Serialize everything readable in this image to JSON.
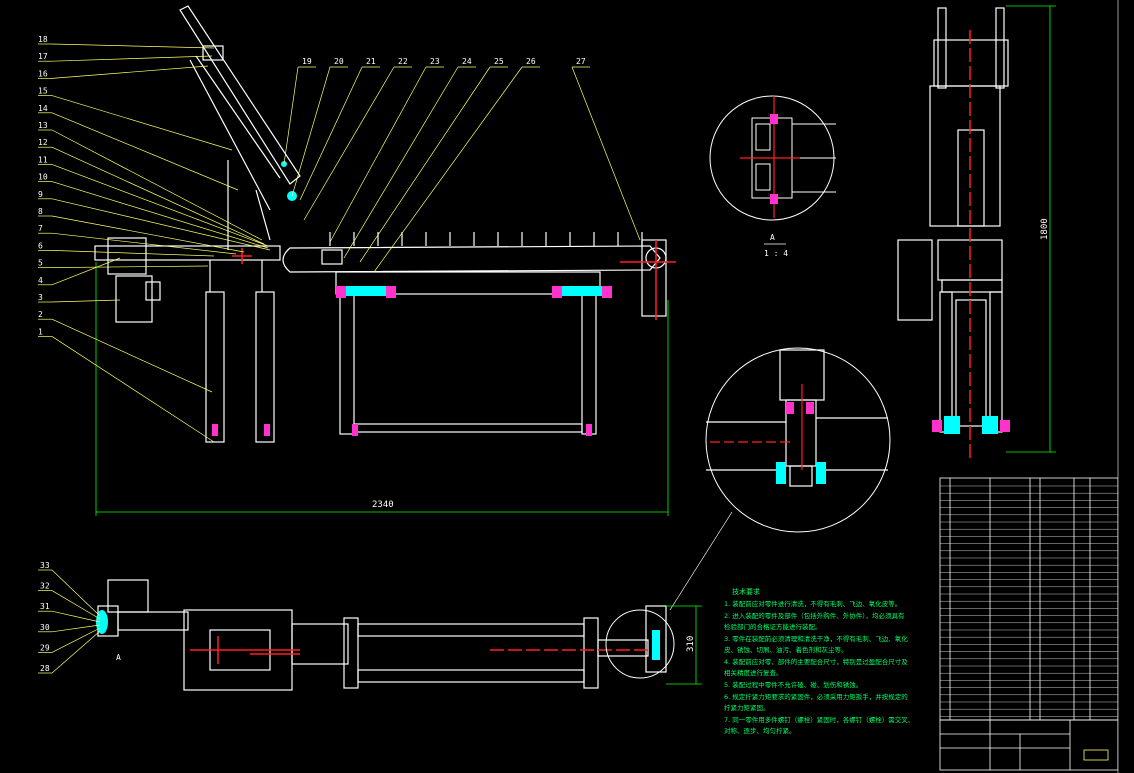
{
  "colors": {
    "background": "#000000",
    "outline": "#ffffff",
    "leader": "#ffff66",
    "dimension": "#00ff00",
    "centerline": "#ff2020",
    "fastener": "#ff33cc",
    "hidden": "#00ffff"
  },
  "callouts_left": [
    "18",
    "17",
    "16",
    "15",
    "14",
    "13",
    "12",
    "11",
    "10",
    "9",
    "8",
    "7",
    "6",
    "5",
    "4",
    "3",
    "2",
    "1"
  ],
  "callouts_top": [
    "19",
    "20",
    "21",
    "22",
    "23",
    "24",
    "25",
    "26",
    "27"
  ],
  "callouts_bottom": [
    "33",
    "32",
    "31",
    "30",
    "29",
    "28"
  ],
  "dimensions": {
    "overall_length": "2340",
    "height": "1800",
    "width": "310"
  },
  "section": {
    "label": "A",
    "scale": "1 : 4"
  },
  "view_marker": "A",
  "notes": {
    "title": "技术要求",
    "lines": [
      "1. 装配前应对零件进行清洗，不得有毛刺、飞边、氧化皮等。",
      "2. 进入装配的零件及部件（包括外购件、外协件），均必须具有",
      "检验部门的合格证方能进行装配。",
      "3. 零件在装配前必须清理和清洗干净，不得有毛刺、飞边、氧化",
      "皮、锈蚀、切屑、油污、着色剂和灰尘等。",
      "4. 装配前应对零、部件的主要配合尺寸，特别是过盈配合尺寸及",
      "相关精度进行复查。",
      "5. 装配过程中零件不允许磕、碰、划伤和锈蚀。",
      "6. 规定拧紧力矩要求的紧固件，必须采用力矩扳手，并按规定的",
      "拧紧力矩紧固。",
      "7. 同一零件用多件螺钉（螺栓）紧固时，各螺钉（螺栓）需交叉、",
      "对称、逐步、均匀拧紧。"
    ]
  }
}
